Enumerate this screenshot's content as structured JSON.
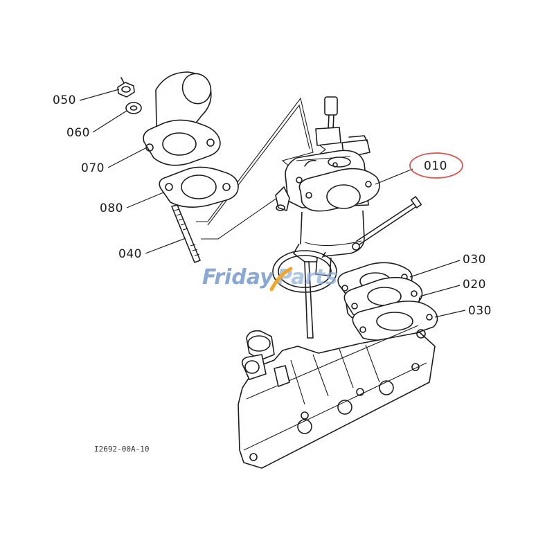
{
  "diagram": {
    "callouts": [
      {
        "id": "050",
        "label": "050"
      },
      {
        "id": "060",
        "label": "060"
      },
      {
        "id": "070",
        "label": "070"
      },
      {
        "id": "080",
        "label": "080"
      },
      {
        "id": "040",
        "label": "040"
      },
      {
        "id": "010",
        "label": "010",
        "highlighted": true
      },
      {
        "id": "030a",
        "label": "030"
      },
      {
        "id": "020",
        "label": "020"
      },
      {
        "id": "030b",
        "label": "030"
      }
    ],
    "drawing_code": "I2692-00A-10",
    "highlight_color": "#d9534f"
  },
  "watermark": {
    "word1": "Friday",
    "word2": "Parts",
    "color_primary": "#5b86c4",
    "color_secondary": "#8fb0dd",
    "accent_color": "#f5a623"
  }
}
